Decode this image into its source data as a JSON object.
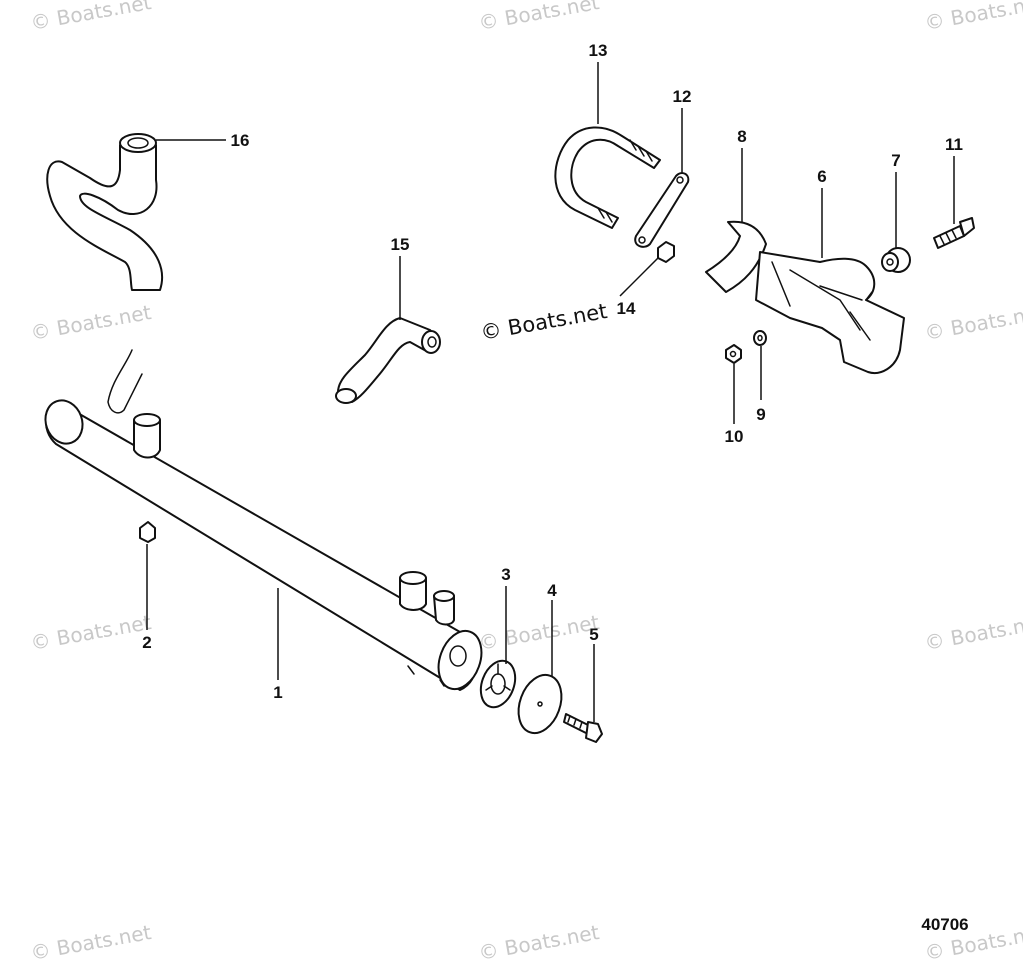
{
  "watermark": "© Boats.net",
  "figure_number": "40706",
  "callouts": {
    "c1": "1",
    "c2": "2",
    "c3": "3",
    "c4": "4",
    "c5": "5",
    "c6": "6",
    "c7": "7",
    "c8": "8",
    "c9": "9",
    "c10": "10",
    "c11": "11",
    "c12": "12",
    "c13": "13",
    "c14": "14",
    "c15": "15",
    "c16": "16"
  }
}
